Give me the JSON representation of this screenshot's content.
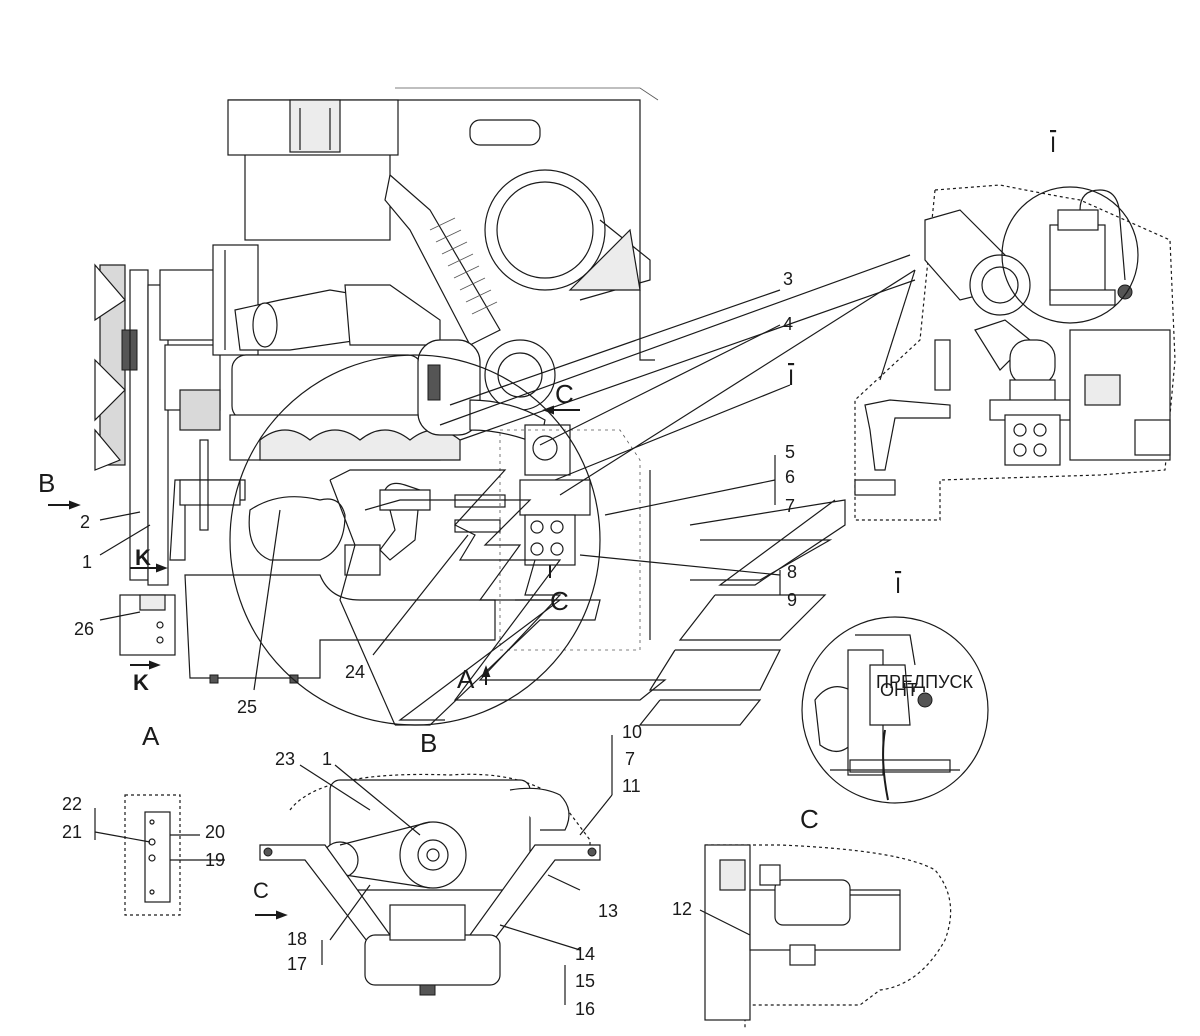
{
  "callouts": {
    "c1": "1",
    "c1b": "1",
    "c2": "2",
    "c3": "3",
    "c4": "4",
    "c5": "5",
    "c6": "6",
    "c7": "7",
    "c7b": "7",
    "c8": "8",
    "c9": "9",
    "c10": "10",
    "c11": "11",
    "c12": "12",
    "c13": "13",
    "c14": "14",
    "c15": "15",
    "c16": "16",
    "c17": "17",
    "c18": "18",
    "c19": "19",
    "c20": "20",
    "c21": "21",
    "c22": "22",
    "c23": "23",
    "c24": "24",
    "c25": "25",
    "c26": "26"
  },
  "view_labels": {
    "view_a_marker": "A",
    "view_a_title": "A",
    "view_b_marker": "B",
    "view_b_title": "B",
    "view_c_marker_top": "C",
    "view_c_marker_bottom": "C",
    "view_c_marker_left": "C",
    "view_c_title": "C",
    "view_k_top": "K",
    "view_k_bottom": "K",
    "detail_i_callout": "I",
    "detail_i_title_top": "I",
    "detail_i_title_right": "I"
  },
  "inset_text": {
    "heater_label_line1": "ПРЕДПУСК",
    "heater_label_line2": "ОНТ"
  }
}
